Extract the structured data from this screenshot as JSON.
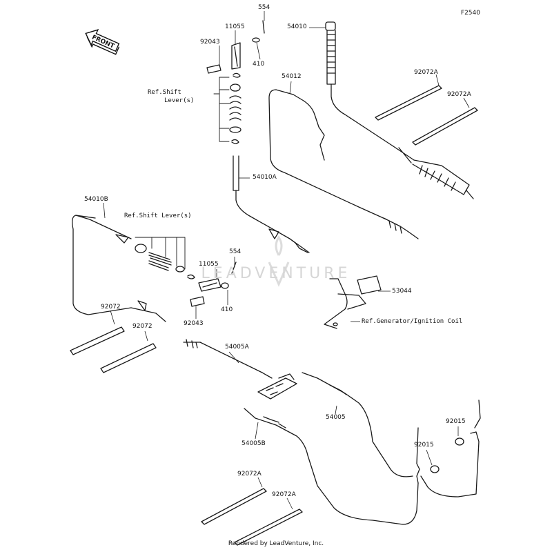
{
  "diagram_code": "F2540",
  "front_label": "FRONT",
  "watermark": "LEADVENTURE",
  "footer": "Rendered by LeadVenture, Inc.",
  "callouts": [
    {
      "id": "c-554-top",
      "text": "554"
    },
    {
      "id": "c-11055-top",
      "text": "11055"
    },
    {
      "id": "c-54010",
      "text": "54010"
    },
    {
      "id": "c-92043-top",
      "text": "92043"
    },
    {
      "id": "c-410-top",
      "text": "410"
    },
    {
      "id": "c-54012",
      "text": "54012"
    },
    {
      "id": "c-92072A-1",
      "text": "92072A"
    },
    {
      "id": "c-92072A-2",
      "text": "92072A"
    },
    {
      "id": "c-ref-shift-1a",
      "text": "Ref.Shift"
    },
    {
      "id": "c-ref-shift-1b",
      "text": "Lever(s)"
    },
    {
      "id": "c-54010A",
      "text": "54010A"
    },
    {
      "id": "c-54010B",
      "text": "54010B"
    },
    {
      "id": "c-ref-shift-2",
      "text": "Ref.Shift Lever(s)"
    },
    {
      "id": "c-554-mid",
      "text": "554"
    },
    {
      "id": "c-11055-mid",
      "text": "11055"
    },
    {
      "id": "c-410-mid",
      "text": "410"
    },
    {
      "id": "c-92043-mid",
      "text": "92043"
    },
    {
      "id": "c-53044",
      "text": "53044"
    },
    {
      "id": "c-ref-gen",
      "text": "Ref.Generator/Ignition Coil"
    },
    {
      "id": "c-92072-1",
      "text": "92072"
    },
    {
      "id": "c-92072-2",
      "text": "92072"
    },
    {
      "id": "c-54005A",
      "text": "54005A"
    },
    {
      "id": "c-54005",
      "text": "54005"
    },
    {
      "id": "c-92015-1",
      "text": "92015"
    },
    {
      "id": "c-92015-2",
      "text": "92015"
    },
    {
      "id": "c-54005B",
      "text": "54005B"
    },
    {
      "id": "c-92072A-3",
      "text": "92072A"
    },
    {
      "id": "c-92072A-4",
      "text": "92072A"
    }
  ]
}
